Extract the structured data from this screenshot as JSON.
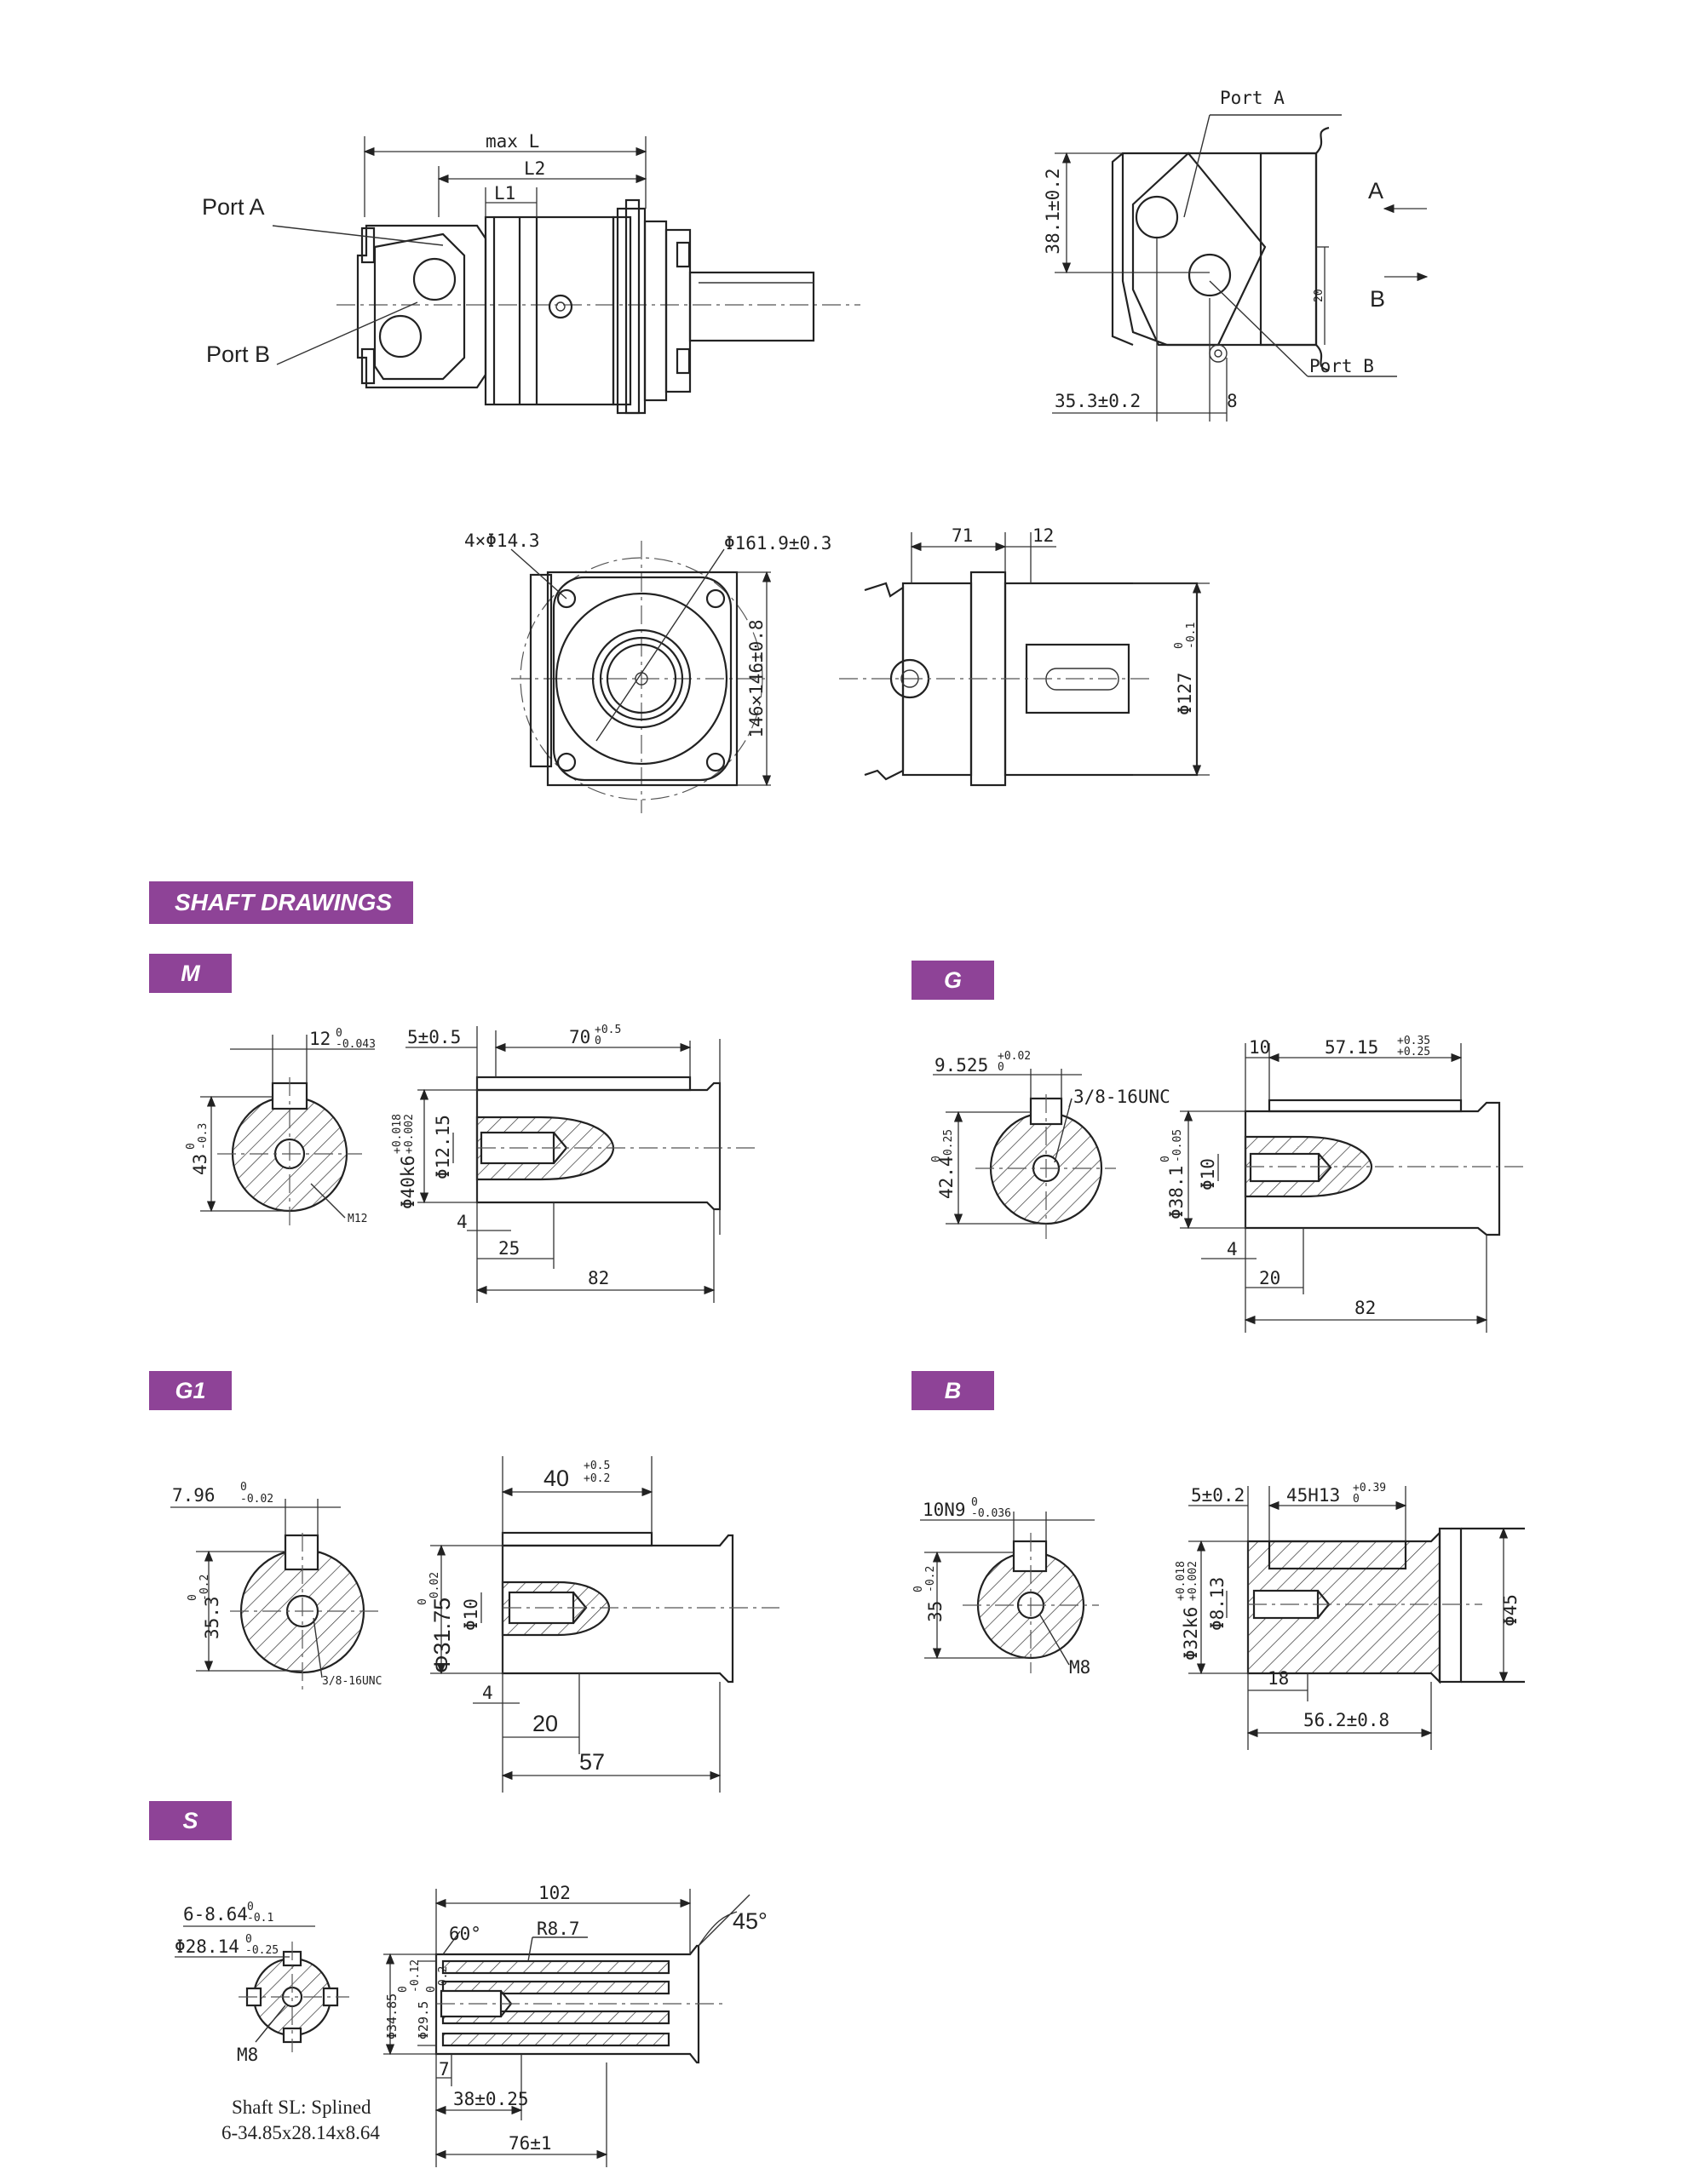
{
  "section_title": "SHAFT DRAWINGS",
  "shaft_tags": [
    "M",
    "G",
    "G1",
    "B",
    "S"
  ],
  "top_views": {
    "side": {
      "max_l": "max L",
      "l2": "L2",
      "l1": "L1",
      "port_a": "Port A",
      "port_b": "Port B"
    },
    "ports": {
      "port_a": "Port A",
      "port_b": "Port B",
      "height": "38.1±0.2",
      "offset": "35.3±0.2",
      "gap": "8",
      "arrow_a": "A",
      "arrow_b": "B",
      "small": "20"
    },
    "flange": {
      "holes": "4×Φ14.3",
      "pcd": "Φ161.9±0.3",
      "square": "146×146±0.8"
    },
    "flange_side": {
      "d71": "71",
      "d12": "12",
      "pilot": "Φ127",
      "pilot_tol": "0",
      "pilot_tol2": "-0.1"
    }
  },
  "shaft_m": {
    "key_width": "12",
    "key_tol": "0",
    "key_tol2": "-0.043",
    "height": "43",
    "height_tol": "0",
    "height_tol2": "-0.3",
    "thread": "M12",
    "lead": "5±0.5",
    "key_len": "70",
    "key_len_tol": "+0.5",
    "key_len_tol2": "0",
    "dia": "Φ40k6",
    "dia_tol": "+0.018",
    "dia_tol2": "+0.002",
    "hole": "Φ12.15",
    "d4": "4",
    "d25": "25",
    "d82": "82"
  },
  "shaft_g": {
    "key_width": "9.525",
    "key_tol": "+0.02",
    "key_tol2": "0",
    "thread": "3/8-16UNC",
    "height": "42.4",
    "height_tol": "0",
    "height_tol2": "-0.25",
    "d10": "10",
    "key_len": "57.15",
    "key_len_tol": "+0.35",
    "key_len_tol2": "+0.25",
    "dia": "Φ38.1",
    "dia_tol": "0",
    "dia_tol2": "-0.05",
    "hole": "Φ10",
    "d4": "4",
    "d20": "20",
    "d82": "82"
  },
  "shaft_g1": {
    "key_width": "7.96",
    "key_tol": "0",
    "key_tol2": "-0.02",
    "height": "35.3",
    "height_tol": "0",
    "height_tol2": "-0.2",
    "thread": "3/8-16UNC",
    "key_len": "40",
    "key_len_tol": "+0.5",
    "key_len_tol2": "+0.2",
    "dia": "Φ31.75",
    "dia_tol": "0",
    "dia_tol2": "-0.02",
    "hole": "Φ10",
    "d4": "4",
    "d20": "20",
    "d57": "57"
  },
  "shaft_b": {
    "key_width": "10N9",
    "key_tol": "0",
    "key_tol2": "-0.036",
    "height": "35",
    "height_tol": "0",
    "height_tol2": "-0.2",
    "thread": "M8",
    "lead": "5±0.2",
    "key_len": "45H13",
    "key_len_tol": "+0.39",
    "key_len_tol2": "0",
    "dia": "Φ32k6",
    "dia_tol": "+0.018",
    "dia_tol2": "+0.002",
    "hole": "Φ8.13",
    "d18": "18",
    "d56": "56.2±0.8",
    "flange": "Φ45"
  },
  "shaft_s": {
    "spline_count": "6-8.64",
    "spline_tol": "0",
    "spline_tol2": "-0.1",
    "minor": "Φ28.14",
    "minor_tol": "0",
    "minor_tol2": "-0.25",
    "thread": "M8",
    "d102": "102",
    "angle60": "60°",
    "radius": "R8.7",
    "angle45": "45°",
    "major": "Φ34.85",
    "major_tol": "0",
    "major_tol2": "-0.12",
    "inner": "Φ29.5",
    "inner_tol": "0",
    "inner_tol2": "-0.2",
    "d7": "7",
    "d38": "38±0.25",
    "d76": "76±1",
    "caption1": "Shaft  SL: Splined",
    "caption2": "6-34.85x28.14x8.64"
  }
}
